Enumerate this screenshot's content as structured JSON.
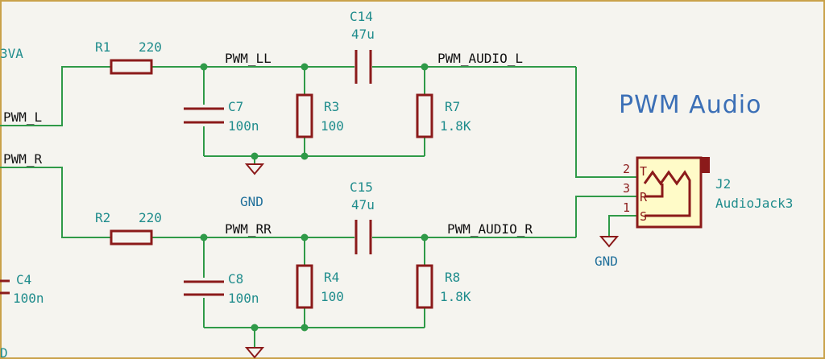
{
  "title": "PWM Audio",
  "power_label_partial": "3VA",
  "nets": {
    "pwm_l": "PWM_L",
    "pwm_r": "PWM_R",
    "pwm_ll": "PWM_LL",
    "pwm_rr": "PWM_RR",
    "pwm_audio_l": "PWM_AUDIO_L",
    "pwm_audio_r": "PWM_AUDIO_R"
  },
  "components": {
    "r1": {
      "ref": "R1",
      "value": "220"
    },
    "r2": {
      "ref": "R2",
      "value": "220"
    },
    "r3": {
      "ref": "R3",
      "value": "100"
    },
    "r4": {
      "ref": "R4",
      "value": "100"
    },
    "r7": {
      "ref": "R7",
      "value": "1.8K"
    },
    "r8": {
      "ref": "R8",
      "value": "1.8K"
    },
    "c4": {
      "ref": "C4",
      "value": "100n"
    },
    "c7": {
      "ref": "C7",
      "value": "100n"
    },
    "c8": {
      "ref": "C8",
      "value": "100n"
    },
    "c14": {
      "ref": "C14",
      "value": "47u"
    },
    "c15": {
      "ref": "C15",
      "value": "47u"
    },
    "j2": {
      "ref": "J2",
      "value": "AudioJack3"
    }
  },
  "jack_pins": {
    "p2": {
      "num": "2",
      "name": "T"
    },
    "p3": {
      "num": "3",
      "name": "R"
    },
    "p1": {
      "num": "1",
      "name": "S"
    }
  },
  "gnd_label": "GND",
  "partial_left_text": "D"
}
